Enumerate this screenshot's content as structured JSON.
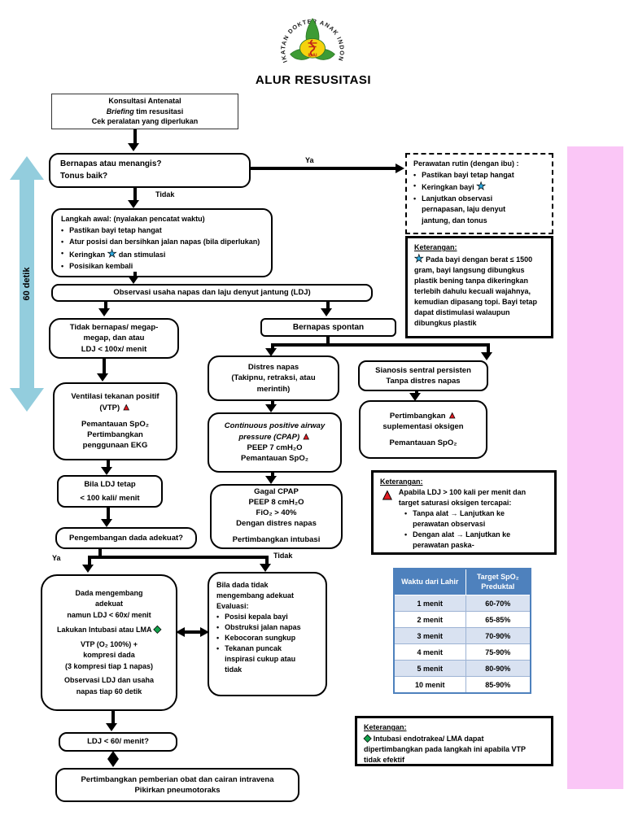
{
  "title": "ALUR RESUSITASI",
  "logo": {
    "org": "IKATAN DOKTER ANAK INDONESIA",
    "abbr": "IDAI"
  },
  "timer": "60 detik",
  "labels": {
    "ya": "Ya",
    "tidak": "Tidak"
  },
  "icons": {
    "star": "★",
    "triangle": "▲",
    "diamond": "◆",
    "bullet": "•"
  },
  "colors": {
    "table_header": "#4E81BD",
    "table_row_alt": "#D9E2F1",
    "pink_bar": "#FAC6F6",
    "timer_arrow": "#93CDDD",
    "star_blue": "#2BA9E0",
    "triangle_red": "#E11B22",
    "diamond_green": "#12A14B"
  },
  "flow": {
    "konsultasi": {
      "l1": "Konsultasi Antenatal",
      "l2i": "Briefing",
      "l2": "tim resusitasi",
      "l3": "Cek peralatan yang diperlukan"
    },
    "bernapas": {
      "l1": "Bernapas atau menangis?",
      "l2": "Tonus baik?"
    },
    "perawatan": {
      "title": "Perawatan rutin (dengan ibu) :",
      "b1": "Pastikan bayi tetap hangat",
      "b2": "Keringkan bayi",
      "b3": "Lanjutkan observasi pernapasan, laju denyut jantung, dan tonus"
    },
    "langkah": {
      "t1": "Langkah awal:",
      "t2": "(nyalakan pencatat waktu)",
      "b1": "Pastikan bayi tetap hangat",
      "b2": "Atur posisi dan bersihkan jalan napas (bila diperlukan)",
      "b3a": "Keringkan",
      "b3b": "dan stimulasi",
      "b4": "Posisikan kembali"
    },
    "observasi": {
      "l1": "Observasi usaha napas dan laju denyut jantung (LDJ)"
    },
    "tidak_bernapas": {
      "l1": "Tidak bernapas/ megap-",
      "l2": "megap, dan atau",
      "l3": "LDJ < 100x/ menit"
    },
    "spontan": {
      "l1": "Bernapas spontan"
    },
    "vtp": {
      "l1": "Ventilasi tekanan positif",
      "l2": "(VTP)",
      "l3": "Pemantauan SpO₂",
      "l4": "Pertimbangkan",
      "l5": "penggunaan EKG"
    },
    "distres": {
      "l1": "Distres napas",
      "l2": "(Takipnu, retraksi, atau",
      "l3": "merintih)"
    },
    "sianosis": {
      "l1": "Sianosis sentral persisten",
      "l2": "Tanpa distres napas"
    },
    "cpap": {
      "l1": "Continuous positive airway",
      "l2": "pressure (CPAP)",
      "l3": "PEEP 7 cmH₂O",
      "l4": "Pemantauan SpO₂"
    },
    "suplementasi": {
      "l1": "Pertimbangkan",
      "l2": "suplementasi oksigen",
      "l3": "Pemantauan SpO₂"
    },
    "bila_ldj": {
      "l1": "Bila LDJ tetap",
      "l2": "< 100 kali/ menit"
    },
    "gagal_cpap": {
      "l1": "Gagal CPAP",
      "l2": "PEEP 8 cmH₂O",
      "l3": "FiO₂ > 40%",
      "l4": "Dengan distres napas",
      "l5": "Pertimbangkan intubasi"
    },
    "pengembangan": {
      "l1": "Pengembangan dada adekuat?"
    },
    "dada_adekuat": {
      "l1": "Dada mengembang",
      "l2": "adekuat",
      "l3": "namun LDJ < 60x/ menit",
      "l4": "Lakukan Intubasi atau LMA",
      "l5": "VTP (O₂ 100%) +",
      "l6": "kompresi dada",
      "l7": "(3 kompresi tiap 1 napas)",
      "l8": "Observasi LDJ dan usaha",
      "l9": "napas tiap 60 detik"
    },
    "dada_tidak": {
      "l1": "Bila dada tidak",
      "l2": "mengembang adekuat",
      "l3": "Evaluasi:",
      "b1": "Posisi kepala bayi",
      "b2": "Obstruksi jalan napas",
      "b3": "Kebocoran sungkup",
      "b4": "Tekanan puncak inspirasi cukup atau tidak"
    },
    "ldj60": {
      "l1": "LDJ < 60/ menit?"
    },
    "obat": {
      "l1": "Pertimbangkan pemberian obat dan cairan intravena",
      "l2": "Pikirkan pneumotoraks"
    }
  },
  "keterangan1": {
    "title": "Keterangan:",
    "text": "Pada bayi dengan berat ≤ 1500 gram, bayi langsung dibungkus plastik bening tanpa dikeringkan terlebih dahulu kecuali wajahnya, kemudian dipasang topi. Bayi tetap dapat distimulasi walaupun dibungkus plastik"
  },
  "keterangan2": {
    "title": "Keterangan:",
    "intro": "Apabila LDJ > 100 kali per menit dan target saturasi oksigen tercapai:",
    "b1": "Tanpa alat → Lanjutkan ke perawatan observasi",
    "b2": "Dengan alat → Lanjutkan ke perawatan paska-"
  },
  "keterangan3": {
    "title": "Keterangan:",
    "text": "Intubasi endotrakea/ LMA dapat dipertimbangkan pada langkah ini apabila VTP tidak efektif"
  },
  "spo2_table": {
    "header": [
      "Waktu dari Lahir",
      "Target SpO₂ Preduktal"
    ],
    "rows": [
      [
        "1 menit",
        "60-70%"
      ],
      [
        "2 menit",
        "65-85%"
      ],
      [
        "3 menit",
        "70-90%"
      ],
      [
        "4 menit",
        "75-90%"
      ],
      [
        "5 menit",
        "80-90%"
      ],
      [
        "10 menit",
        "85-90%"
      ]
    ]
  }
}
